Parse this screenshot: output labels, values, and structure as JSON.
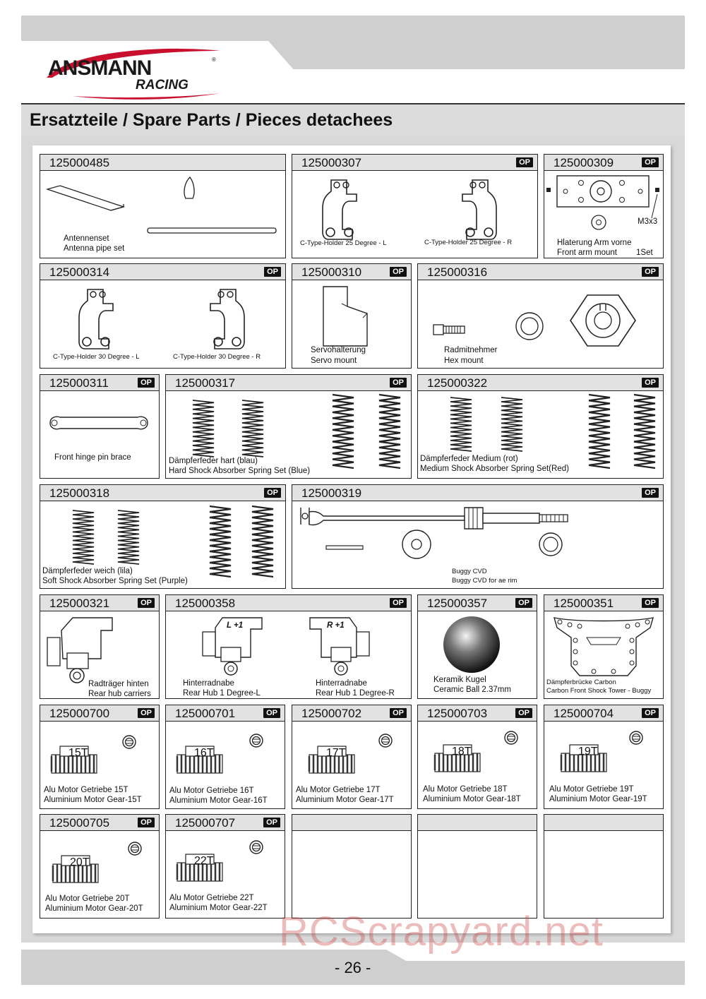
{
  "brand": {
    "name": "ANSMANN",
    "sub": "RACING",
    "reg": "®",
    "swoosh_color": "#c8102e"
  },
  "title": "Ersatzteile / Spare Parts / Pieces detachees",
  "page_number": "- 26 -",
  "watermark": "RCScrapyard.net",
  "op_label": "OP",
  "parts": {
    "p485": {
      "num": "125000485",
      "l1": "Antennenset",
      "l2": "Antenna pipe set"
    },
    "p307": {
      "num": "125000307",
      "l1": "C-Type-Holder 25 Degree - L",
      "l2": "C-Type-Holder 25 Degree - R"
    },
    "p309": {
      "num": "125000309",
      "l1": "Hlaterung Arm vorne",
      "l2": "Front arm mount",
      "l3": "1Set",
      "screw": "M3x3"
    },
    "p314": {
      "num": "125000314",
      "l1": "C-Type-Holder 30 Degree - L",
      "l2": "C-Type-Holder 30 Degree - R"
    },
    "p310": {
      "num": "125000310",
      "l1": "Servohalterung",
      "l2": "Servo mount"
    },
    "p316": {
      "num": "125000316",
      "l1": "Radmitnehmer",
      "l2": "Hex mount"
    },
    "p311": {
      "num": "125000311",
      "l1": "Front hinge pin brace"
    },
    "p317": {
      "num": "125000317",
      "l1": "Dämpferfeder hart (blau)",
      "l2": "Hard Shock Absorber Spring Set (Blue)"
    },
    "p322": {
      "num": "125000322",
      "l1": "Dämpferfeder Medium (rot)",
      "l2": "Medium Shock Absorber Spring Set(Red)"
    },
    "p318": {
      "num": "125000318",
      "l1": "Dämpferfeder weich (lila)",
      "l2": "Soft Shock Absorber Spring Set (Purple)"
    },
    "p319": {
      "num": "125000319",
      "l1": "Buggy CVD",
      "l2": "Buggy CVD for ae rim"
    },
    "p321": {
      "num": "125000321",
      "l1": "Radträger hinten",
      "l2": "Rear hub carriers"
    },
    "p358": {
      "num": "125000358",
      "l1": "Hinterradnabe",
      "l2": "Rear Hub 1 Degree-L",
      "l3": "Hinterradnabe",
      "l4": "Rear Hub 1 Degree-R",
      "tagL": "L +1",
      "tagR": "R +1"
    },
    "p357": {
      "num": "125000357",
      "l1": "Keramik Kugel",
      "l2": "Ceramic Ball 2.37mm"
    },
    "p351": {
      "num": "125000351",
      "l1": "Dämpferbrücke Carbon",
      "l2": "Carbon Front Shock Tower - Buggy"
    },
    "p700": {
      "num": "125000700",
      "tooth": "15T",
      "l1": "Alu Motor Getriebe 15T",
      "l2": "Aluminium Motor Gear-15T"
    },
    "p701": {
      "num": "125000701",
      "tooth": "16T",
      "l1": "Alu Motor Getriebe 16T",
      "l2": "Aluminium Motor Gear-16T"
    },
    "p702": {
      "num": "125000702",
      "tooth": "17T",
      "l1": "Alu Motor Getriebe 17T",
      "l2": "Aluminium Motor Gear-17T"
    },
    "p703": {
      "num": "125000703",
      "tooth": "18T",
      "l1": "Alu Motor Getriebe 18T",
      "l2": "Aluminium Motor Gear-18T"
    },
    "p704": {
      "num": "125000704",
      "tooth": "19T",
      "l1": "Alu Motor Getriebe 19T",
      "l2": "Aluminium Motor Gear-19T"
    },
    "p705": {
      "num": "125000705",
      "tooth": "20T",
      "l1": "Alu Motor Getriebe 20T",
      "l2": "Aluminium Motor Gear-20T"
    },
    "p707": {
      "num": "125000707",
      "tooth": "22T",
      "l1": "Alu Motor Getriebe 22T",
      "l2": "Aluminium Motor Gear-22T"
    }
  }
}
